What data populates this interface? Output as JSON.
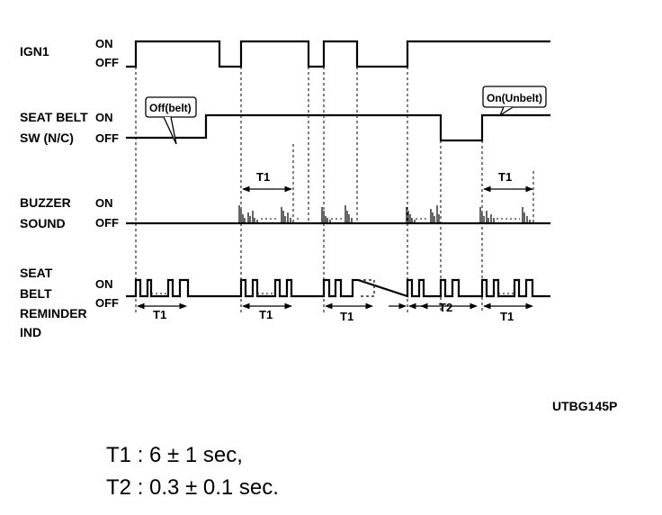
{
  "signals": {
    "ign1": "IGN1",
    "seatbelt_sw": [
      "SEAT BELT",
      "SW (N/C)"
    ],
    "buzzer": [
      "BUZZER",
      "SOUND"
    ],
    "reminder": [
      "SEAT",
      "BELT",
      "REMINDER",
      "IND"
    ]
  },
  "states": {
    "on": "ON",
    "off": "OFF"
  },
  "callouts": {
    "off_belt": "Off(belt)",
    "on_unbelt": "On(Unbelt)"
  },
  "timing_labels": {
    "t1": "T1",
    "t2": "T2"
  },
  "figure_code": "UTBG145P",
  "legend": [
    {
      "name": "T1",
      "sep": ":",
      "value": "6 ± 1 sec,"
    },
    {
      "name": "T2",
      "sep": ":",
      "value": "0.3 ± 0.1 sec."
    }
  ]
}
